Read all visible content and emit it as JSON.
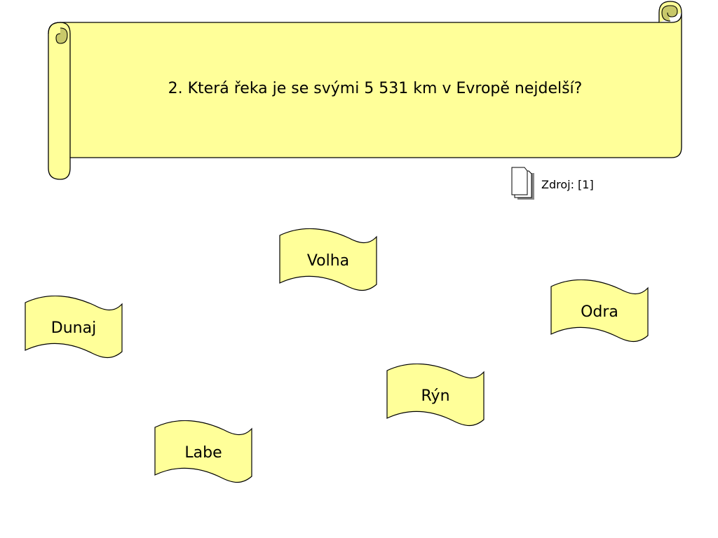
{
  "question": {
    "text": "2. Která řeka je se svými 5 531 km v Evropě nejdelší?"
  },
  "source": {
    "icon": "documents-icon",
    "label": "Zdroj: [1]"
  },
  "answers": [
    {
      "label": "Volha"
    },
    {
      "label": "Odra"
    },
    {
      "label": "Dunaj"
    },
    {
      "label": "Rýn"
    },
    {
      "label": "Labe"
    }
  ],
  "colors": {
    "banner_fill": "#ffff99",
    "banner_stroke": "#000000",
    "answer_fill": "#ffff99"
  }
}
